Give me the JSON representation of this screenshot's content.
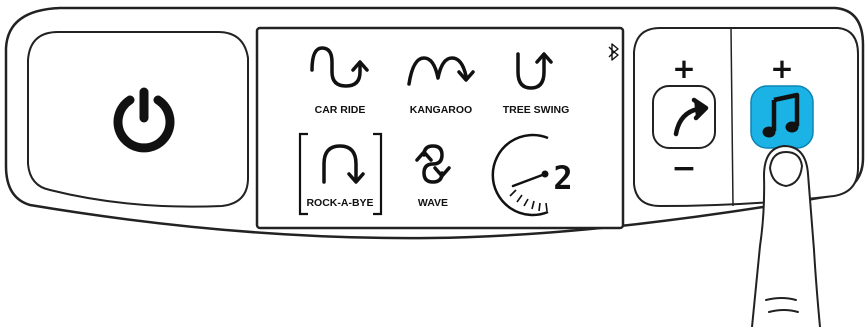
{
  "colors": {
    "outline": "#222222",
    "panel_fill": "#ffffff",
    "accent": "#1bb3e6",
    "accent_dark": "#0c86b3"
  },
  "modes": [
    {
      "label": "CAR RIDE",
      "icon": "car-ride-motion-icon"
    },
    {
      "label": "KANGAROO",
      "icon": "kangaroo-motion-icon"
    },
    {
      "label": "TREE SWING",
      "icon": "tree-swing-motion-icon"
    },
    {
      "label": "ROCK-A-BYE",
      "icon": "rock-a-bye-motion-icon",
      "selected": true
    },
    {
      "label": "WAVE",
      "icon": "wave-motion-icon"
    }
  ],
  "speed": {
    "level_display": "2",
    "icon": "speed-dial-icon"
  },
  "status": {
    "bluetooth_icon": "bluetooth-icon"
  },
  "controls": {
    "power_icon": "power-icon",
    "motion": {
      "plus": "+",
      "minus": "−",
      "icon": "motion-arrow-icon"
    },
    "sound": {
      "plus": "+",
      "icon": "music-note-icon",
      "active": true
    }
  }
}
